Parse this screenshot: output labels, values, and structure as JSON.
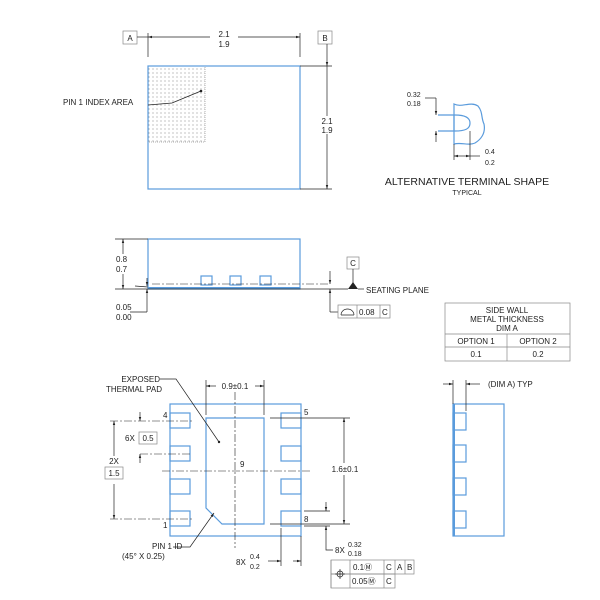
{
  "top_view": {
    "datum_a": "A",
    "datum_b": "B",
    "width_max": "2.1",
    "width_min": "1.9",
    "height_max": "2.1",
    "height_min": "1.9",
    "pin1_label": "PIN 1 INDEX AREA"
  },
  "alt_terminal": {
    "dim1_max": "0.32",
    "dim1_min": "0.18",
    "dim2_max": "0.4",
    "dim2_min": "0.2",
    "title": "ALTERNATIVE TERMINAL SHAPE",
    "subtitle": "TYPICAL"
  },
  "side_view": {
    "height_max": "0.8",
    "height_min": "0.7",
    "standoff_max": "0.05",
    "standoff_min": "0.00",
    "datum_c": "C",
    "seating_plane": "SEATING PLANE",
    "flatness_value": "0.08",
    "flatness_datum": "C"
  },
  "table": {
    "header": [
      "SIDE WALL",
      "METAL THICKNESS",
      "DIM A"
    ],
    "columns": [
      "OPTION 1",
      "OPTION 2"
    ],
    "values": [
      "0.1",
      "0.2"
    ]
  },
  "bottom_view": {
    "thermal_pad_label": [
      "EXPOSED",
      "THERMAL PAD"
    ],
    "pad_width": "0.9±0.1",
    "pad_height": "1.6±0.1",
    "pitch_count": "6X",
    "pitch": "0.5",
    "span_count": "2X",
    "span": "1.5",
    "pin_numbers": [
      "1",
      "4",
      "5",
      "8",
      "9"
    ],
    "pin1_id": [
      "PIN 1 ID",
      "(45° X 0.25)"
    ],
    "lead_len_count": "8X",
    "lead_len_max": "0.4",
    "lead_len_min": "0.2",
    "lead_w_count": "8X",
    "lead_w_max": "0.32",
    "lead_w_min": "0.18",
    "fcf_row1": [
      "0.1Ⓜ",
      "C",
      "A",
      "B"
    ],
    "fcf_row2": [
      "0.05Ⓜ",
      "C"
    ]
  },
  "right_view": {
    "dim_label": "(DIM A) TYP"
  }
}
